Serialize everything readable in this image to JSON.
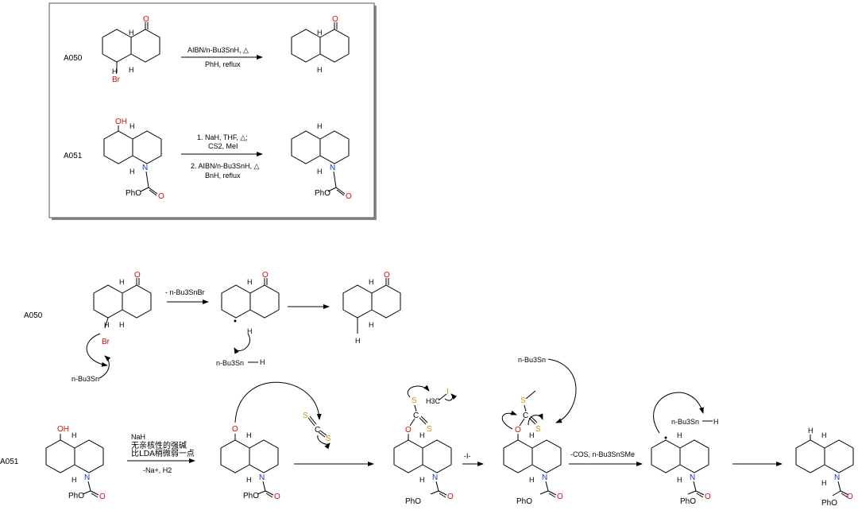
{
  "box": {
    "a050_label": "A050",
    "a050_cond_top": "AIBN/n-Bu3SnH, △",
    "a050_cond_bottom": "PhH, reflux",
    "a051_label": "A051",
    "a051_cond_1": "1. NaH, THF, △;",
    "a051_cond_2": "CS2, MeI",
    "a051_cond_3": "2. AIBN/n-Bu3SnH, △",
    "a051_cond_4": "BnH, reflux"
  },
  "mech50": {
    "label": "A050",
    "step_cond": "- n-Bu3SnBr",
    "reagent_sn": "n-Bu3Sn",
    "reagent_snh": "n-Bu3Sn",
    "h": "H"
  },
  "mech51": {
    "label": "A051",
    "nah": "NaH",
    "note_1": "无亲核性的强碱",
    "note_2": "比LDA稍微弱一点",
    "minus_na": "-Na+, H2",
    "minus_i": "-I-",
    "minus_cos": "-COS, n-Bu3SnSMe",
    "mei": "H3C",
    "i": "I",
    "sn_top": "n-Bu3Sn",
    "sn_h": "n-Bu3Sn",
    "h": "H"
  },
  "atoms": {
    "H": "H",
    "O": "O",
    "N": "N",
    "Br": "Br",
    "OH": "OH",
    "PhO": "PhO",
    "S": "S",
    "C": "C"
  }
}
